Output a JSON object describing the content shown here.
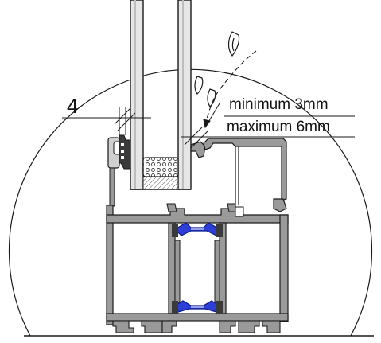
{
  "labels": {
    "dimension_value": "4",
    "minimum": "minimum 3mm",
    "maximum": "maximum 6mm"
  },
  "colors": {
    "line": "#1a1a1a",
    "profile_fill": "#9a9a9a",
    "glass_fill": "#e6e6e6",
    "glass_edge": "#bdbdbd",
    "gasket_fill": "#555555",
    "thermal_break": "#2d3fd6",
    "background": "#ffffff"
  }
}
